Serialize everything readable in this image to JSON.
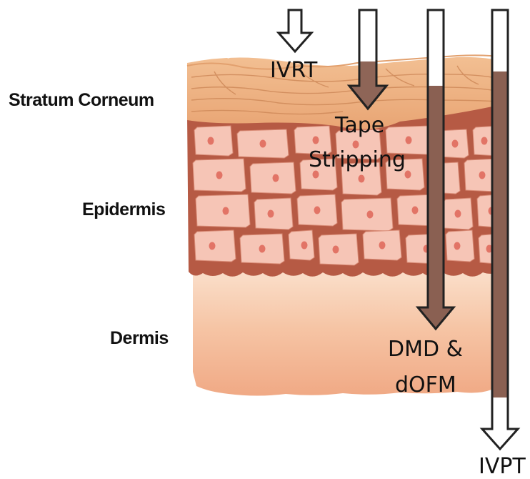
{
  "layers": [
    {
      "id": "stratum_corneum",
      "label": "Stratum Corneum"
    },
    {
      "id": "epidermis",
      "label": "Epidermis"
    },
    {
      "id": "dermis",
      "label": "Dermis"
    }
  ],
  "methods": [
    {
      "id": "ivrt",
      "lines": [
        "IVRT"
      ]
    },
    {
      "id": "tape_stripping",
      "lines": [
        "Tape",
        "Stripping"
      ]
    },
    {
      "id": "dmd_dofm",
      "lines": [
        "DMD &",
        "dOFM"
      ]
    },
    {
      "id": "ivpt",
      "lines": [
        "IVPT"
      ]
    }
  ],
  "colors": {
    "stratum_corneum": "#eeb283",
    "epidermis_matrix": "#b65a44",
    "cell_fill": "#f6c5b6",
    "cell_nucleus": "#e27466",
    "dermis_top": "#f9dcc6",
    "dermis_bottom": "#f0a883",
    "arrow_fill": "#ffffff",
    "arrow_stroke": "#222222",
    "arrow_overlay": "#7a4a3a"
  }
}
